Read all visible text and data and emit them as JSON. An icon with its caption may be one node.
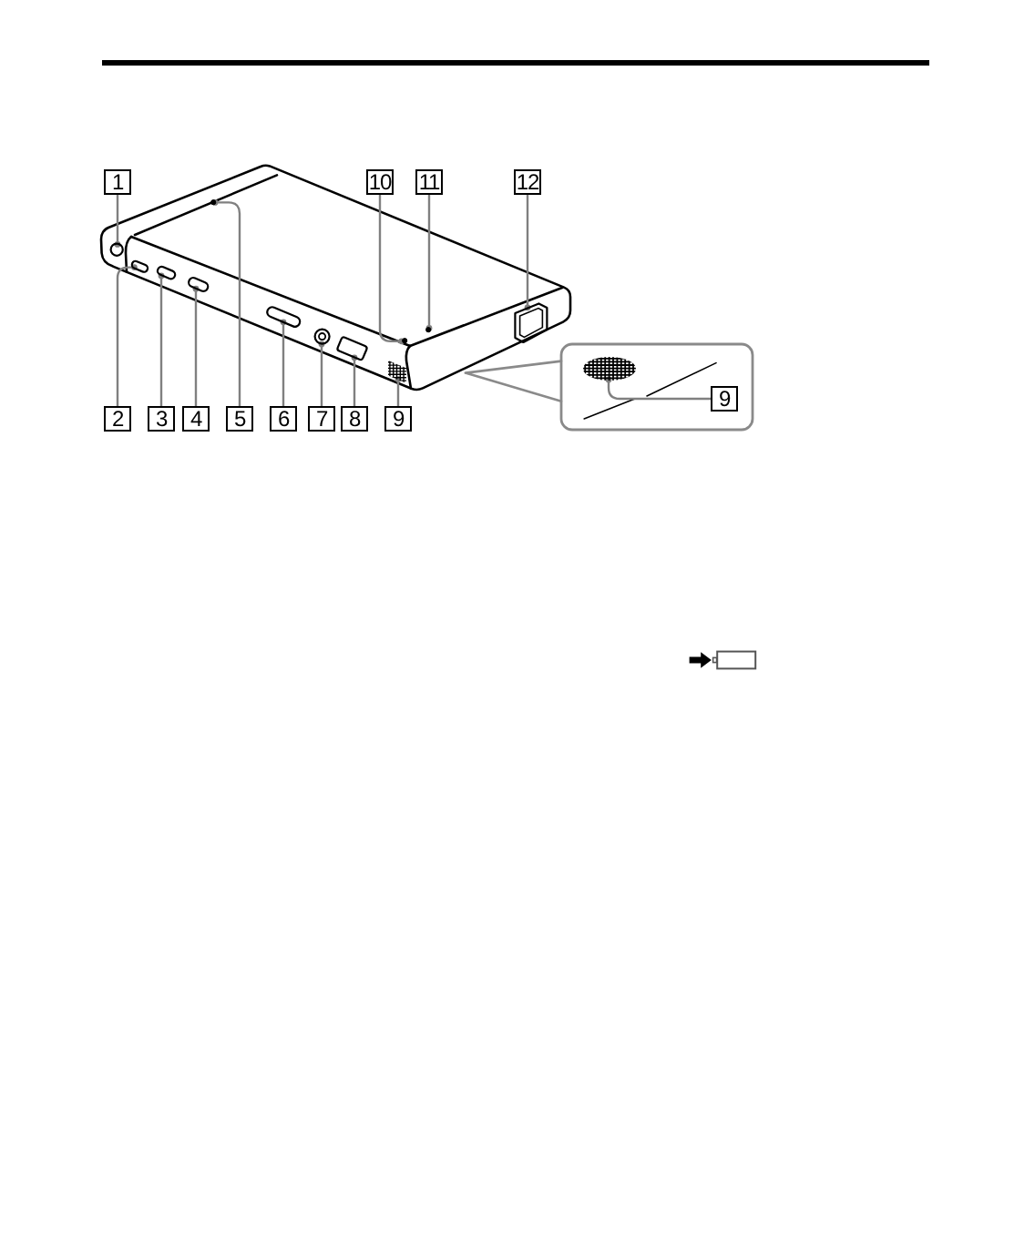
{
  "diagram": {
    "nodes": [
      {
        "text": [
          "1"
        ]
      },
      {
        "text": [
          "10"
        ]
      },
      {
        "text": [
          "11"
        ]
      },
      {
        "text": [
          "12"
        ]
      },
      {
        "text": [
          "2"
        ]
      },
      {
        "text": [
          "3"
        ]
      },
      {
        "text": [
          "4"
        ]
      },
      {
        "text": [
          "5"
        ]
      },
      {
        "text": [
          "6"
        ]
      },
      {
        "text": [
          "7"
        ]
      },
      {
        "text": [
          "8"
        ]
      },
      {
        "text": [
          "9"
        ]
      },
      {
        "text": [
          "9"
        ]
      },
      {
        "text": [],
        "shape": "circle"
      },
      {
        "text": [],
        "shape": "box"
      },
      {
        "text": [],
        "shape": "box"
      },
      {
        "text": [],
        "shape": "box"
      },
      {
        "text": [],
        "shape": "circle"
      },
      {
        "text": [],
        "shape": "box"
      },
      {
        "text": [],
        "shape": "circle"
      },
      {
        "text": [],
        "shape": "box"
      },
      {
        "text": [],
        "shape": "picture"
      },
      {
        "text": [],
        "shape": "circle"
      },
      {
        "text": [],
        "shape": "circle"
      },
      {
        "text": [],
        "shape": "box"
      },
      {
        "text": [],
        "shape": "picture"
      }
    ],
    "edges": [
      {
        "from": 0,
        "to": 13,
        "arrow": "other"
      },
      {
        "from": 1,
        "to": 22,
        "arrow": "other"
      },
      {
        "from": 2,
        "to": 23,
        "arrow": "other"
      },
      {
        "from": 3,
        "to": 24,
        "arrow": "other"
      },
      {
        "from": 4,
        "to": 14,
        "arrow": "other"
      },
      {
        "from": 5,
        "to": 15,
        "arrow": "other"
      },
      {
        "from": 6,
        "to": 16,
        "arrow": "other"
      },
      {
        "from": 7,
        "to": 17,
        "arrow": "other"
      },
      {
        "from": 8,
        "to": 18,
        "arrow": "other"
      },
      {
        "from": 9,
        "to": 19,
        "arrow": "other"
      },
      {
        "from": 10,
        "to": 20,
        "arrow": "other"
      },
      {
        "from": 11,
        "to": 21,
        "arrow": "other"
      },
      {
        "from": 12,
        "to": 25,
        "arrow": "other"
      }
    ]
  }
}
